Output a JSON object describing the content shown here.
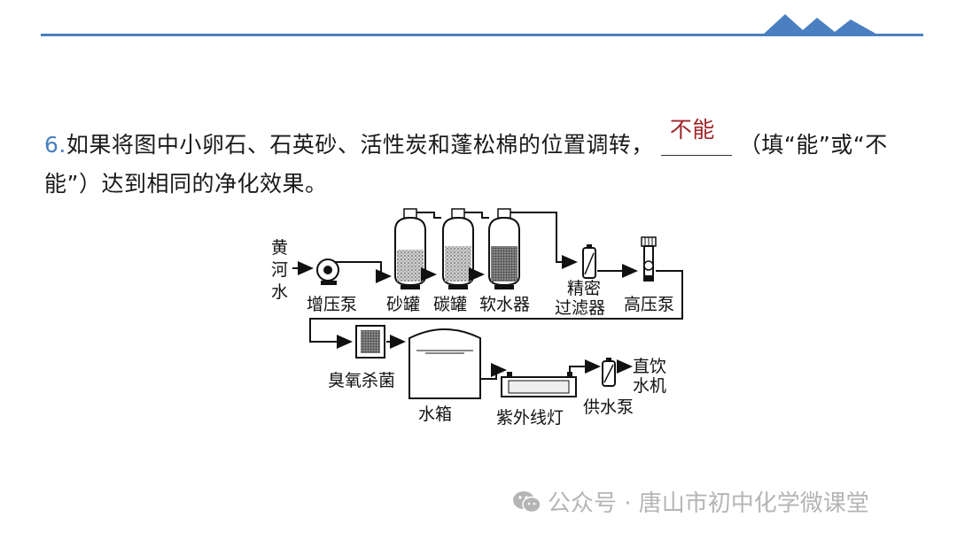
{
  "question": {
    "number": "6.",
    "text_before": "如果将图中小卵石、石英砂、活性炭和蓬松棉的位置调转，",
    "answer": "不能",
    "text_after": "（填“能”或“不能”）达到相同的净化效果。"
  },
  "diagram": {
    "source": "黄河水",
    "labels": {
      "booster_pump": "增压泵",
      "sand_tank": "砂罐",
      "carbon_tank": "碳罐",
      "softener": "软水器",
      "precision_filter_line1": "精密",
      "precision_filter_line2": "过滤器",
      "high_pressure_pump": "高压泵",
      "ozone": "臭氧杀菌",
      "water_tank": "水箱",
      "uv_lamp": "紫外线灯",
      "supply_pump": "供水泵",
      "dispenser_line1": "直饮",
      "dispenser_line2": "水机"
    }
  },
  "watermark": {
    "text": "公众号 · 唐山市初中化学微课堂",
    "icon": "wechat-icon"
  },
  "colors": {
    "accent": "#4a7fc1",
    "answer": "#a0262a",
    "watermark": "#b5b5b5"
  }
}
